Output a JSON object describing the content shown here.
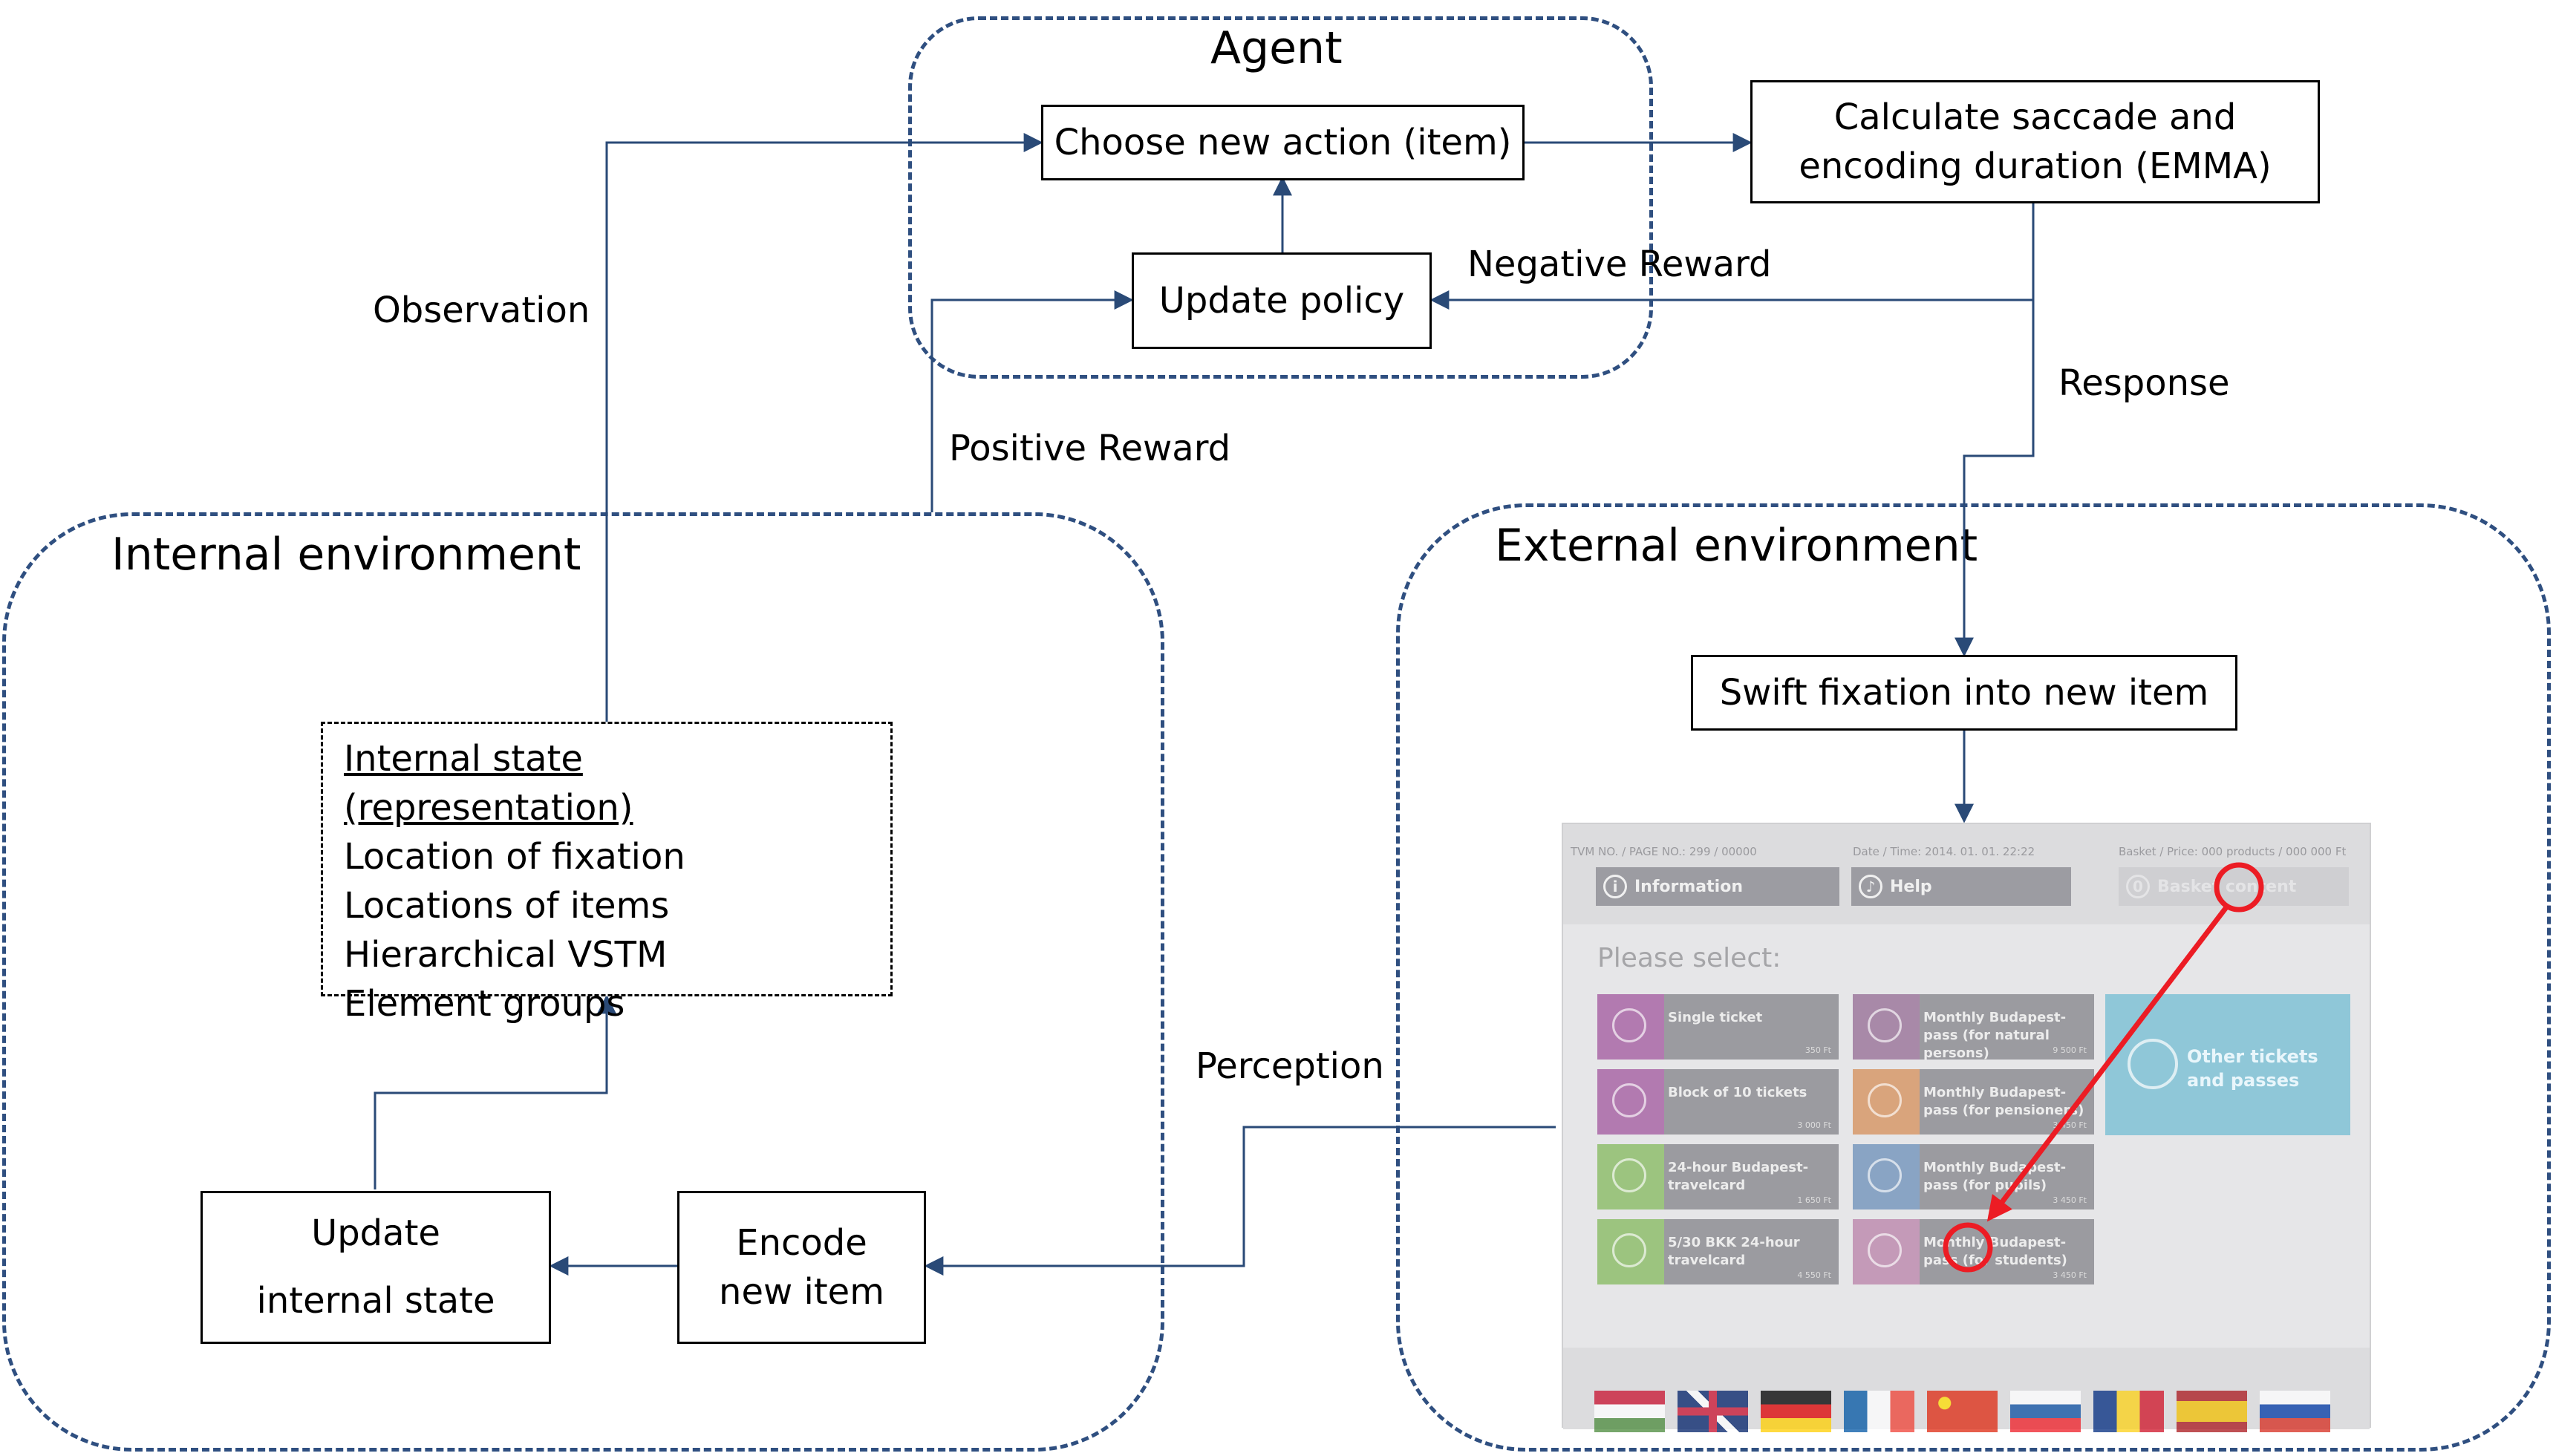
{
  "regions": {
    "agent": "Agent",
    "internal": "Internal environment",
    "external": "External environment"
  },
  "boxes": {
    "choose_action": "Choose new action (item)",
    "calc_saccade": "Calculate saccade and encoding duration (EMMA)",
    "update_policy": "Update policy",
    "swift_fixation": "Swift fixation into new item",
    "update_internal": "Update internal state",
    "encode_item": "Encode new item"
  },
  "internal_state": {
    "title": "Internal state (representation)",
    "items": [
      "Location of fixation",
      "Locations of items",
      "Hierarchical VSTM",
      "Element groups"
    ]
  },
  "labels": {
    "observation": "Observation",
    "negative_reward": "Negative Reward",
    "response": "Response",
    "positive_reward": "Positive Reward",
    "perception": "Perception"
  },
  "colors": {
    "flow_line": "#2a4a77",
    "region_border": "#2f4f80",
    "saccade_arrow": "#ec1c24"
  },
  "kiosk": {
    "header_left": "TVM NO. / PAGE NO.: 299 / 00000",
    "header_mid": "Date / Time: 2014. 01. 01. 22:22",
    "header_right": "Basket / Price: 000 products / 000 000 Ft",
    "btn_info": "Information",
    "btn_help": "Help",
    "btn_basket": "Basket content",
    "please_select": "Please select:",
    "tiles": [
      {
        "label": "Single ticket",
        "price": "350 Ft",
        "icon": "ticket-icon",
        "color": "#b27ab0"
      },
      {
        "label": "Monthly Budapest-pass (for natural persons)",
        "price": "9 500 Ft",
        "icon": "person-icon",
        "color": "#a889a8"
      },
      {
        "label": "Block of 10 tickets",
        "price": "3 000 Ft",
        "icon": "ticket-block-icon",
        "color": "#b27ab0"
      },
      {
        "label": "Monthly Budapest-pass (for pensioners)",
        "price": "3 450 Ft",
        "icon": "pentagon-icon",
        "color": "#d9a47c"
      },
      {
        "label": "24-hour Budapest-travelcard",
        "price": "1 650 Ft",
        "icon": "24h-icon",
        "color": "#9cc47f"
      },
      {
        "label": "Monthly Budapest-pass (for pupils)",
        "price": "3 450 Ft",
        "icon": "book-icon",
        "color": "#89a4c4"
      },
      {
        "label": "5/30 BKK 24-hour travelcard",
        "price": "4 550 Ft",
        "icon": "5-30-icon",
        "color": "#9cc47f"
      },
      {
        "label": "Monthly Budapest-pass (for students)",
        "price": "3 450 Ft",
        "icon": "graduation-cap-icon",
        "color": "#c49ab8"
      }
    ],
    "other_tickets": "Other tickets and passes",
    "flags": [
      "hungary-flag",
      "uk-flag",
      "germany-flag",
      "france-flag",
      "china-flag",
      "slovakia-flag",
      "romania-flag",
      "spain-flag",
      "russia-flag"
    ]
  }
}
